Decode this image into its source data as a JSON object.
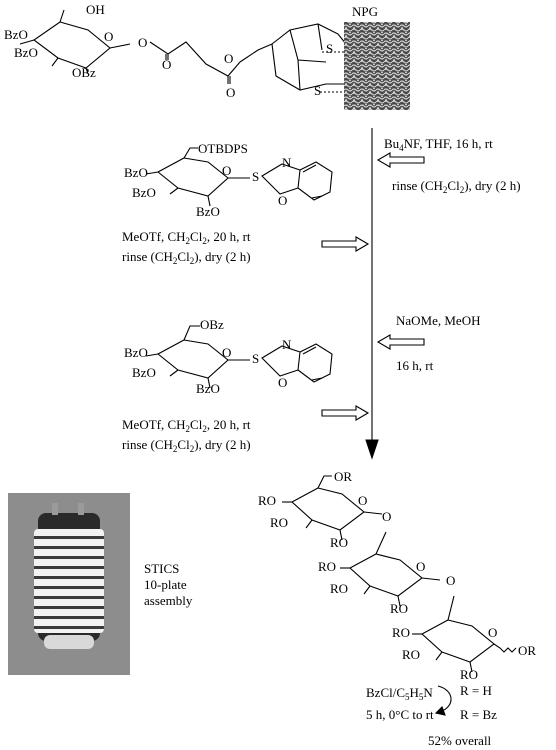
{
  "top": {
    "npg_label": "NPG",
    "substituents": {
      "oh": "OH",
      "bzo_a": "BzO",
      "bzo_b": "BzO",
      "obz": "OBz",
      "o1": "O",
      "o2": "O",
      "o3": "O",
      "o4": "O",
      "o5": "O",
      "s1": "S",
      "s2": "S"
    }
  },
  "steps": {
    "step1": {
      "reagents_main": "Bu",
      "reagents_sub": "4",
      "reagents_rest": "NF, THF, 16 h, rt",
      "rinse_a": "rinse (CH",
      "rinse_sub": "2",
      "rinse_b": "Cl",
      "rinse_sub2": "2",
      "rinse_c": "), dry (2 h)"
    },
    "step2": {
      "line1_a": "MeOTf, CH",
      "line1_sub": "2",
      "line1_b": "Cl",
      "line1_sub2": "2",
      "line1_c": ", 20 h, rt",
      "rinse_a": "rinse (CH",
      "rinse_sub": "2",
      "rinse_b": "Cl",
      "rinse_sub2": "2",
      "rinse_c": "), dry (2 h)"
    },
    "step3": {
      "line1": "NaOMe, MeOH",
      "line2": "16 h, rt"
    },
    "step4": {
      "line1_a": "MeOTf, CH",
      "line1_sub": "2",
      "line1_b": "Cl",
      "line1_sub2": "2",
      "line1_c": ", 20 h, rt",
      "rinse_a": "rinse (CH",
      "rinse_sub": "2",
      "rinse_b": "Cl",
      "rinse_sub2": "2",
      "rinse_c": "), dry (2 h)"
    }
  },
  "donor1": {
    "otbdps": "OTBDPS",
    "bzo1": "BzO",
    "bzo2": "BzO",
    "bzo3": "BzO",
    "o_ring": "O",
    "s": "S",
    "n": "N",
    "o_het": "O"
  },
  "donor2": {
    "obz": "OBz",
    "bzo1": "BzO",
    "bzo2": "BzO",
    "bzo3": "BzO",
    "o_ring": "O",
    "s": "S",
    "n": "N",
    "o_het": "O"
  },
  "stics": {
    "line1": "STICS",
    "line2": "10-plate",
    "line3": "assembly"
  },
  "product": {
    "labels": {
      "or_top": "OR",
      "ro1": "RO",
      "ro2": "RO",
      "ro3": "RO",
      "ro4": "RO",
      "ro5": "RO",
      "ro6": "RO",
      "ro7": "RO",
      "or_anomer": "OR",
      "o_a": "O",
      "o_b": "O",
      "o_c": "O",
      "o_d": "O",
      "o_e": "O"
    },
    "final_reagent_a": "BzCl/C",
    "final_reagent_sub": "5",
    "final_reagent_b": "H",
    "final_reagent_sub2": "5",
    "final_reagent_c": "N",
    "final_conditions": "5 h, 0°C to rt",
    "r_h": "R = H",
    "r_bz": "R = Bz",
    "yield": "52% overall"
  },
  "colors": {
    "ink": "#000000",
    "plate": "#3c3c3c",
    "photo_bg": "#8d8d8d"
  }
}
